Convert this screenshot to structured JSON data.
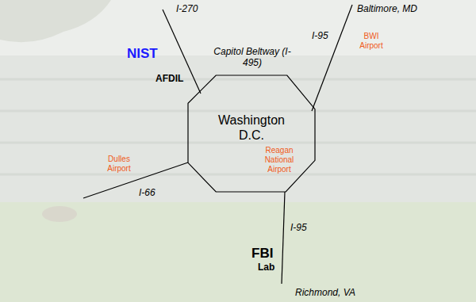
{
  "diagram": {
    "nodes": [
      {
        "text": [
          "Washington D.C."
        ]
      }
    ],
    "labels": [
      "I-270",
      "NIST",
      "AFDIL",
      "Capitol Beltway (I-495)",
      "Baltimore, MD",
      "I-95",
      "BWI Airport",
      "Reagan National Airport",
      "Dulles Airport",
      "I-66",
      "I-95",
      "FBI",
      "Lab",
      "Richmond, VA"
    ]
  }
}
